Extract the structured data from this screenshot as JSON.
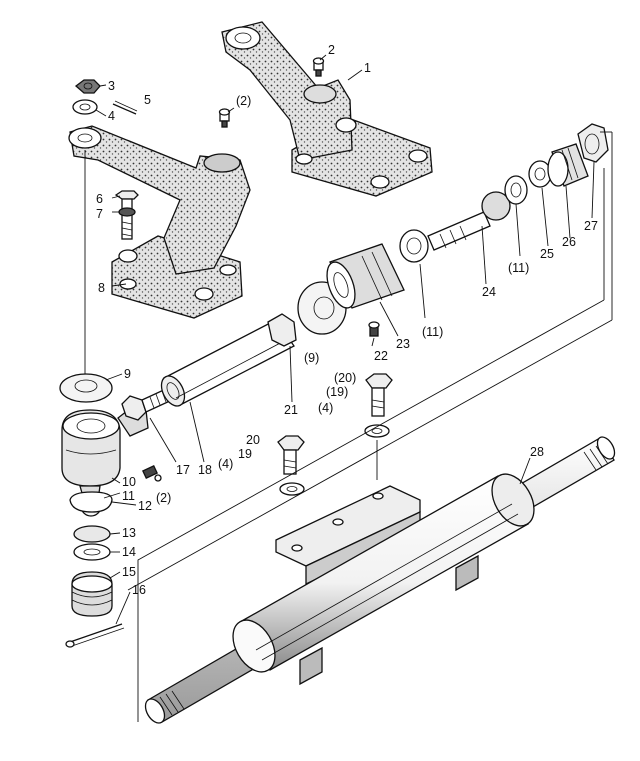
{
  "figure": {
    "style": "exploded-view line drawing",
    "ink_color": "#111111",
    "shade_color": "#cfcfcf",
    "callouts": [
      {
        "id": "c1",
        "text": "1"
      },
      {
        "id": "c2",
        "text": "2"
      },
      {
        "id": "c2b",
        "text": "(2)"
      },
      {
        "id": "c2c",
        "text": "(2)"
      },
      {
        "id": "c3",
        "text": "3"
      },
      {
        "id": "c4",
        "text": "4"
      },
      {
        "id": "c4b",
        "text": "(4)"
      },
      {
        "id": "c4c",
        "text": "(4)"
      },
      {
        "id": "c5",
        "text": "5"
      },
      {
        "id": "c6",
        "text": "6"
      },
      {
        "id": "c7",
        "text": "7"
      },
      {
        "id": "c8",
        "text": "8"
      },
      {
        "id": "c9",
        "text": "9"
      },
      {
        "id": "c9b",
        "text": "(9)"
      },
      {
        "id": "c10",
        "text": "10"
      },
      {
        "id": "c11",
        "text": "11"
      },
      {
        "id": "c11b",
        "text": "(11)"
      },
      {
        "id": "c11c",
        "text": "(11)"
      },
      {
        "id": "c12",
        "text": "12"
      },
      {
        "id": "c13",
        "text": "13"
      },
      {
        "id": "c14",
        "text": "14"
      },
      {
        "id": "c15",
        "text": "15"
      },
      {
        "id": "c16",
        "text": "16"
      },
      {
        "id": "c17",
        "text": "17"
      },
      {
        "id": "c18",
        "text": "18"
      },
      {
        "id": "c19",
        "text": "19"
      },
      {
        "id": "c19b",
        "text": "(19)"
      },
      {
        "id": "c20",
        "text": "20"
      },
      {
        "id": "c20b",
        "text": "(20)"
      },
      {
        "id": "c21",
        "text": "21"
      },
      {
        "id": "c22",
        "text": "22"
      },
      {
        "id": "c23",
        "text": "23"
      },
      {
        "id": "c24",
        "text": "24"
      },
      {
        "id": "c25",
        "text": "25"
      },
      {
        "id": "c26",
        "text": "26"
      },
      {
        "id": "c27",
        "text": "27"
      },
      {
        "id": "c28",
        "text": "28"
      }
    ]
  }
}
